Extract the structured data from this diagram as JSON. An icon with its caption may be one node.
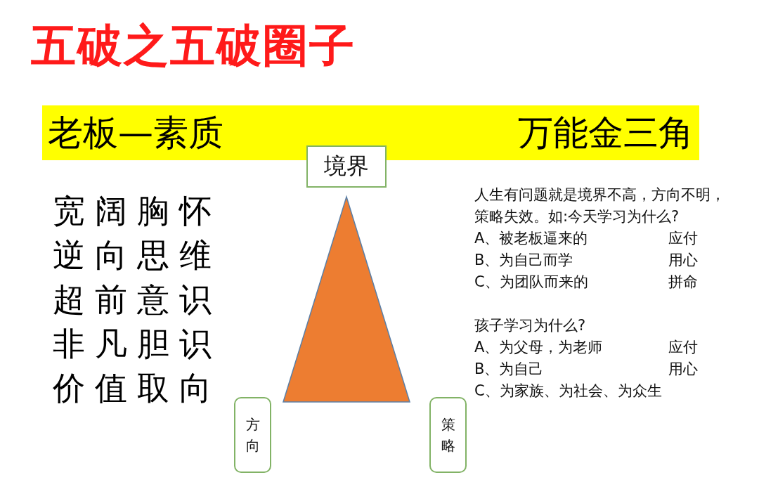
{
  "diagram": {
    "title": "五破之五破圈子",
    "nodes": [
      {
        "text": [
          "老板—素质",
          "万能金三角"
        ]
      },
      {
        "text": [
          "境界"
        ]
      },
      {
        "text": [],
        "shape": "triangle"
      },
      {
        "text": [
          "方向"
        ]
      },
      {
        "text": [
          "策略"
        ]
      }
    ],
    "labels": [
      "宽阔胸怀",
      "逆向思维",
      "超前意识",
      "非凡胆识",
      "价值取向",
      "人生有问题就是境界不高，方向不明，策略失效。如:今天学习为什么?",
      "A、被老板逼来的",
      "应付",
      "B、为自己而学",
      "用心",
      "C、为团队而来的",
      "拼命",
      "孩子学习为什么?",
      "A、为父母，为老师",
      "应付",
      "B、为自己",
      "用心",
      "C、为家族、为社会、为众生"
    ]
  }
}
